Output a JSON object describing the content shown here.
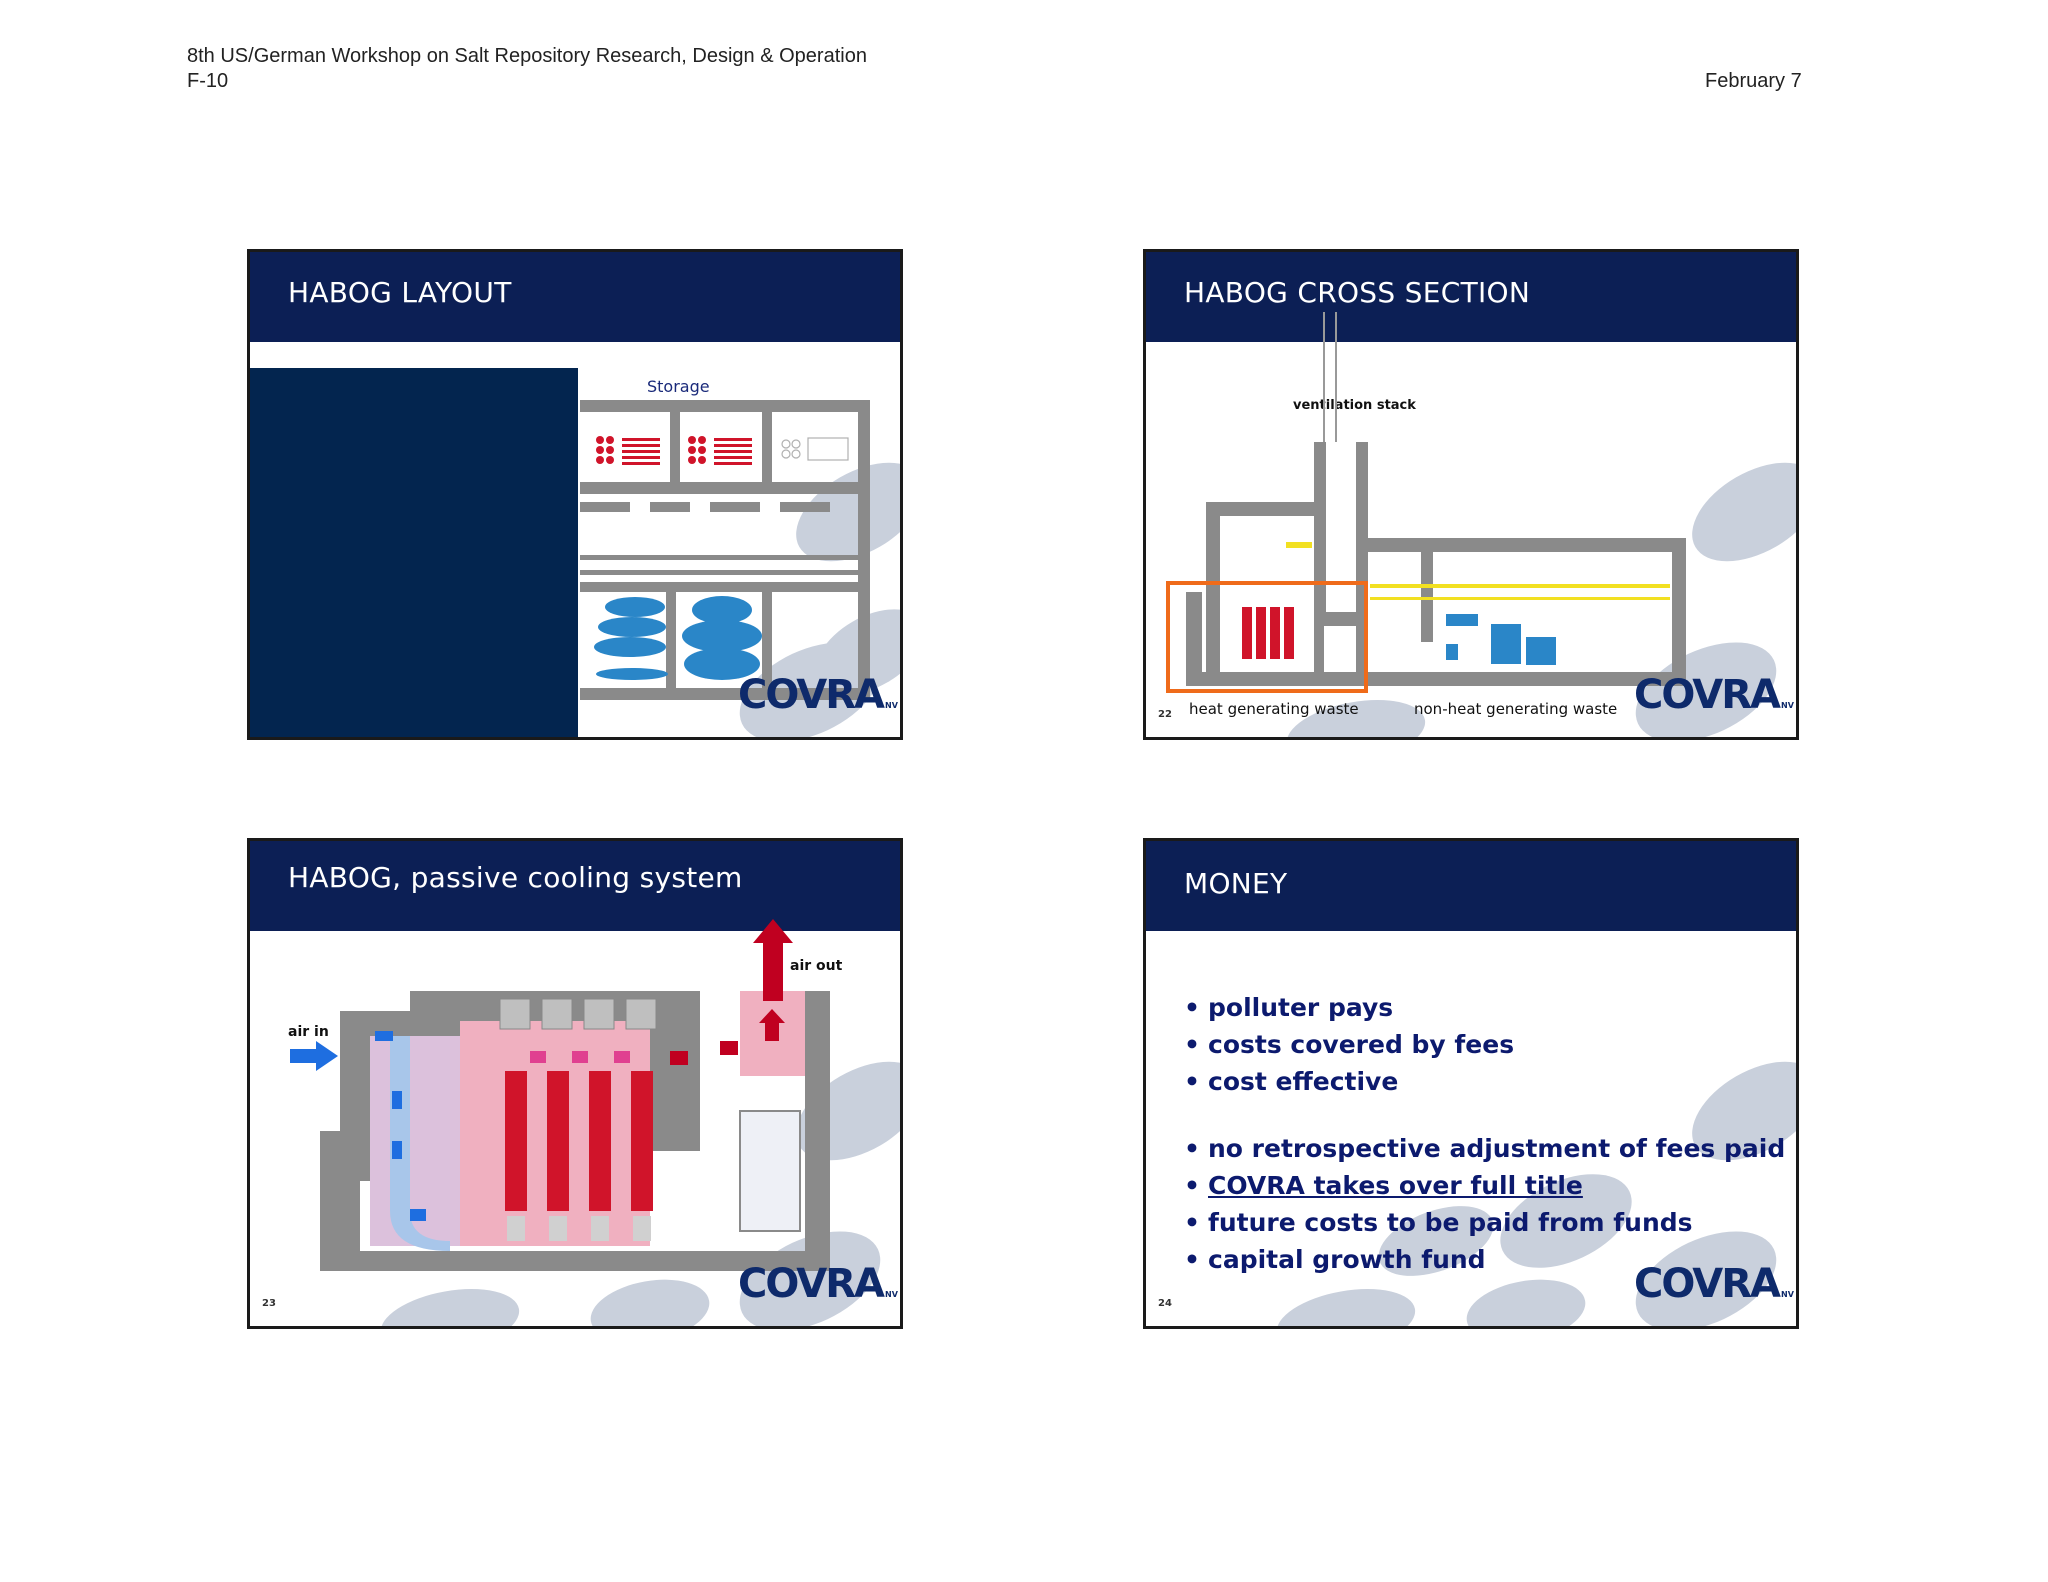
{
  "header": {
    "workshop": "8th US/German Workshop on Salt Repository Research, Design & Operation",
    "code": "F-10",
    "date": "February 7"
  },
  "logo": {
    "text": "COVRA",
    "suffix": "NV"
  },
  "slides": [
    {
      "title": "HABOG LAYOUT",
      "labels": {
        "storage": "Storage"
      }
    },
    {
      "title": "HABOG CROSS SECTION",
      "page": "22",
      "labels": {
        "stack": "ventilation stack",
        "heat": "heat generating waste",
        "nonheat": "non-heat generating waste"
      }
    },
    {
      "title": "HABOG, passive cooling system",
      "page": "23",
      "labels": {
        "air_in": "air in",
        "air_out": "air out"
      }
    },
    {
      "title": "MONEY",
      "page": "24",
      "bullets": [
        "polluter pays",
        "costs covered by fees",
        "cost effective",
        "no retrospective adjustment of fees paid",
        "COVRA takes over full title",
        "future costs to be paid from funds",
        "capital growth fund"
      ]
    }
  ],
  "colors": {
    "slide_bar": "#0c1f55",
    "text_blue": "#0c1a6e",
    "wall_gray": "#8a8a8a",
    "heat_red": "#d0142a",
    "cool_blue": "#2a86c8"
  }
}
